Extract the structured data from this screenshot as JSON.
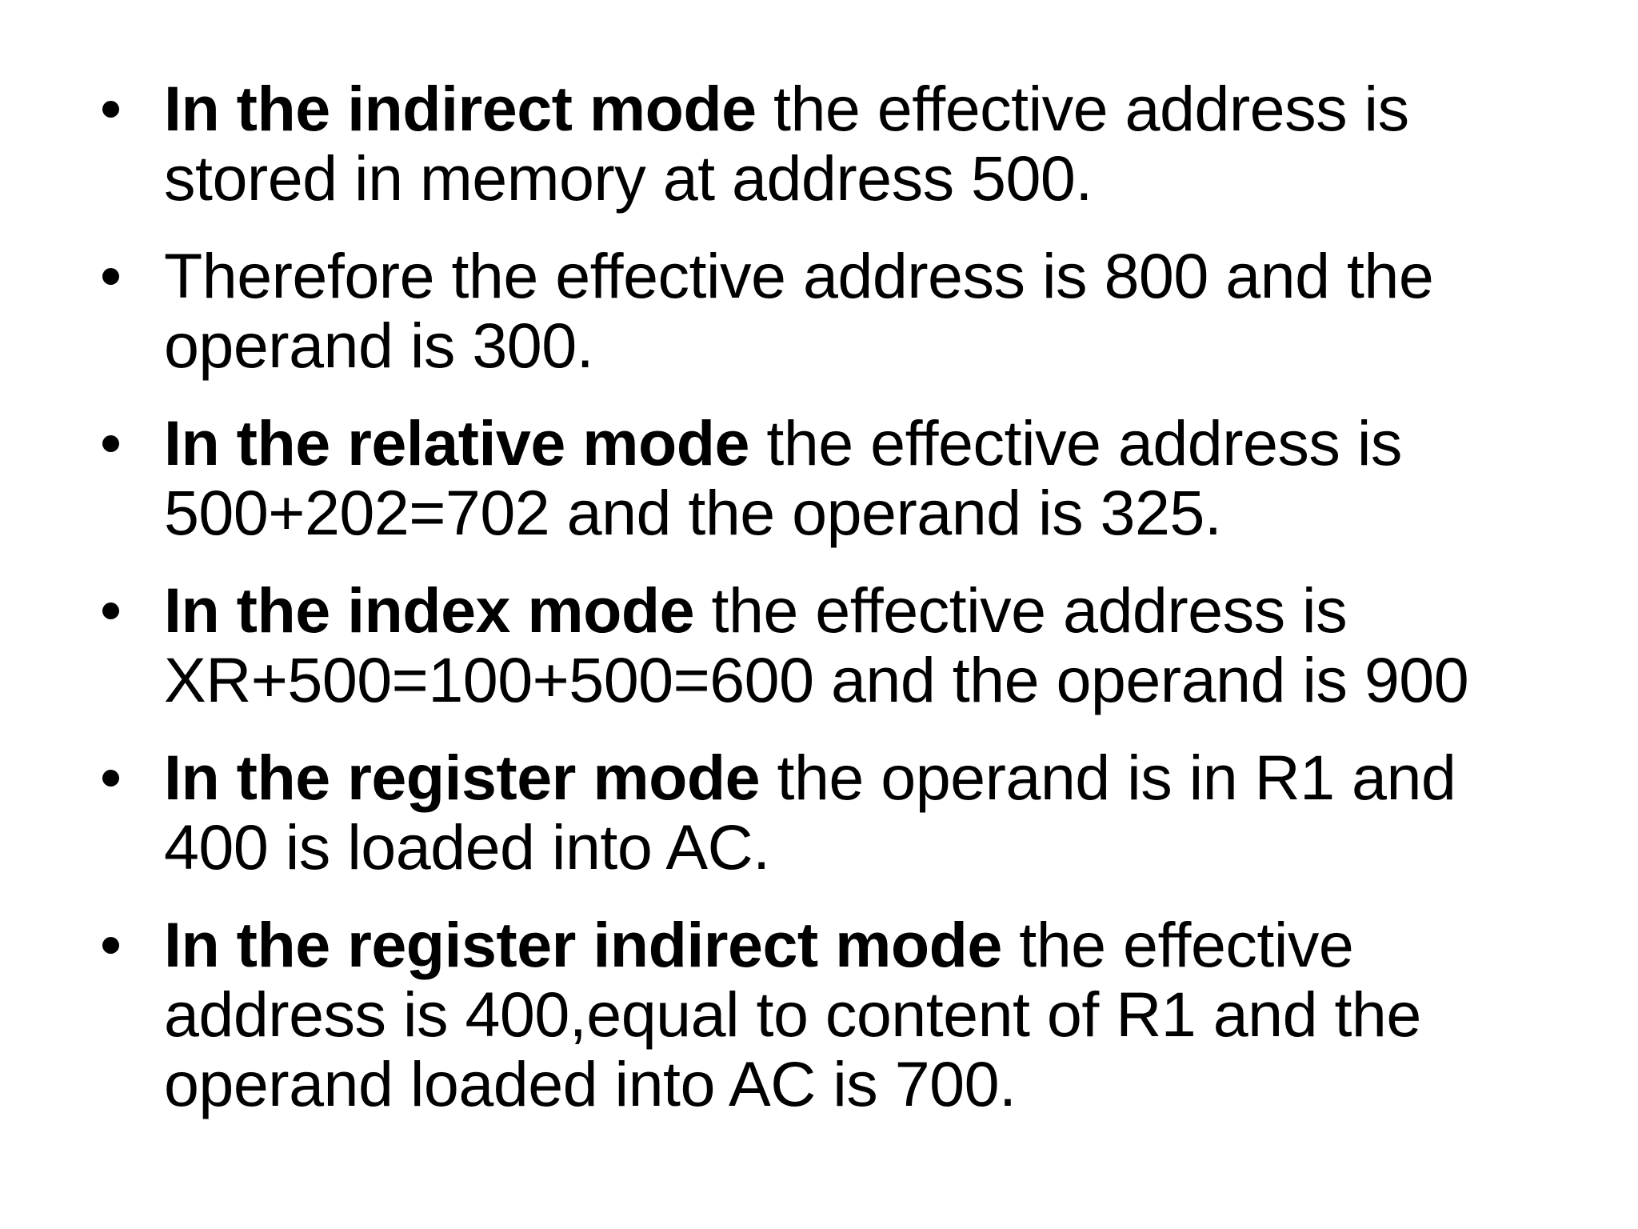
{
  "slide": {
    "kind": "presentation-slide",
    "colors": {
      "background": "#ffffff",
      "text": "#000000",
      "bullet_dot": "#000000"
    },
    "bullet_glyph": "•",
    "bullets": [
      {
        "bold": "In the indirect mode",
        "rest": " the effective address is\nstored in memory at address 500."
      },
      {
        "bold": "",
        "rest": "Therefore the effective address is 800 and the\noperand is 300."
      },
      {
        "bold": "In the relative mode",
        "rest": " the effective address is\n500+202=702 and the operand is 325."
      },
      {
        "bold": "In the index mode",
        "rest": " the effective address is\nXR+500=100+500=600 and the operand is 900"
      },
      {
        "bold": "In the register mode",
        "rest": " the operand is in R1 and\n400 is loaded into AC."
      },
      {
        "bold": "In the register indirect mode",
        "rest": " the effective\naddress is 400,equal to content of R1 and the\noperand loaded into AC is 700."
      }
    ]
  }
}
